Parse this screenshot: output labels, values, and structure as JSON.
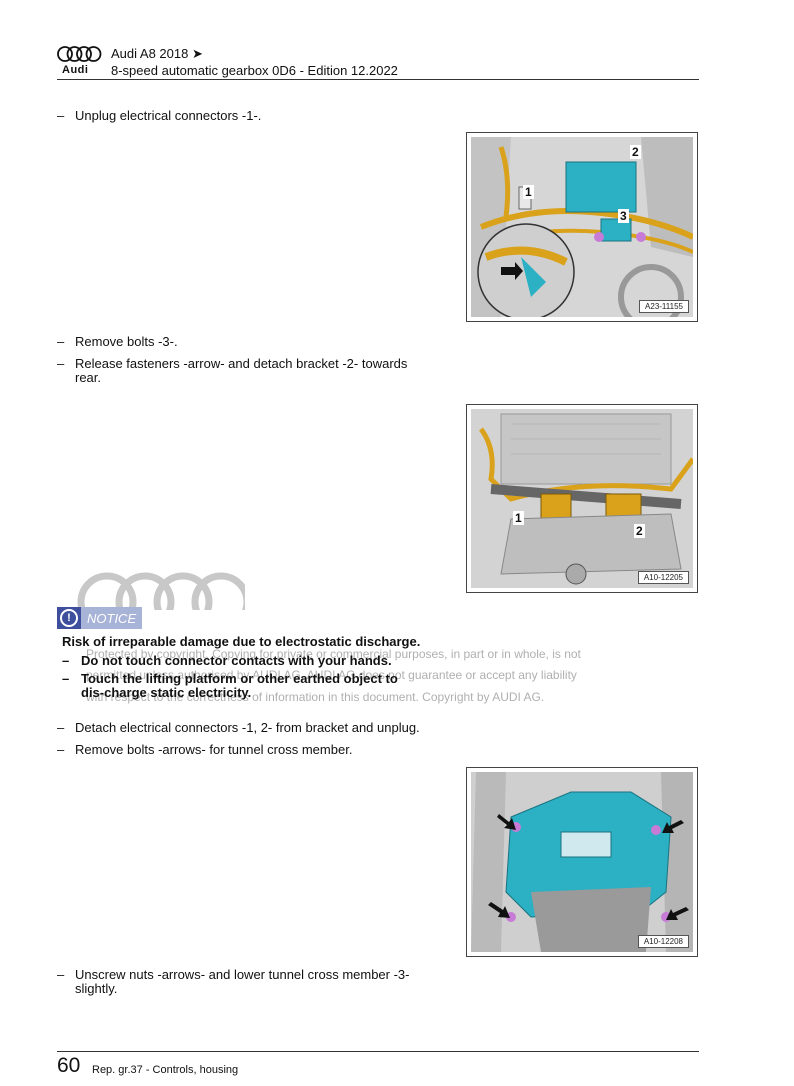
{
  "header": {
    "logo_word": "Audi",
    "title": "Audi A8 2018 ➤",
    "subtitle": "8-speed automatic gearbox 0D6 - Edition 12.2022"
  },
  "steps": {
    "s1": "Unplug electrical connectors -1-.",
    "s2": "Remove bolts -3-.",
    "s3": "Release fasteners -arrow- and detach bracket -2- towards rear.",
    "s4": "Detach electrical connectors -1, 2- from bracket and unplug.",
    "s5": "Remove bolts -arrows- for tunnel cross member.",
    "s6": "Unscrew nuts -arrows- and lower tunnel cross member -3- slightly."
  },
  "dash": "–",
  "figures": {
    "fig1": {
      "ref": "A23-11155",
      "callouts": [
        "1",
        "2",
        "3"
      ]
    },
    "fig2": {
      "ref": "A10-12205",
      "callouts": [
        "1",
        "2"
      ]
    },
    "fig3": {
      "ref": "A10-12208"
    }
  },
  "notice": {
    "label": "NOTICE",
    "heading": "Risk of irreparable damage due to electrostatic discharge.",
    "item1": "Do not touch connector contacts with your hands.",
    "item2": "Touch the lifting platform or other earthed object to dis-charge static electricity."
  },
  "watermark": {
    "line1": "Protected by copyright. Copying for private or commercial purposes, in part or in whole, is not",
    "line2": "permitted unless authorised by AUDI AG. AUDI AG does not guarantee or accept any liability",
    "line3": "with respect to the correctness of information in this document. Copyright by AUDI AG."
  },
  "footer": {
    "page_number": "60",
    "text": "Rep. gr.37 - Controls, housing"
  },
  "colors": {
    "part_teal": "#2bb0c4",
    "pipe_gold": "#d9a21a",
    "notice_blue": "#3d4f9d"
  }
}
